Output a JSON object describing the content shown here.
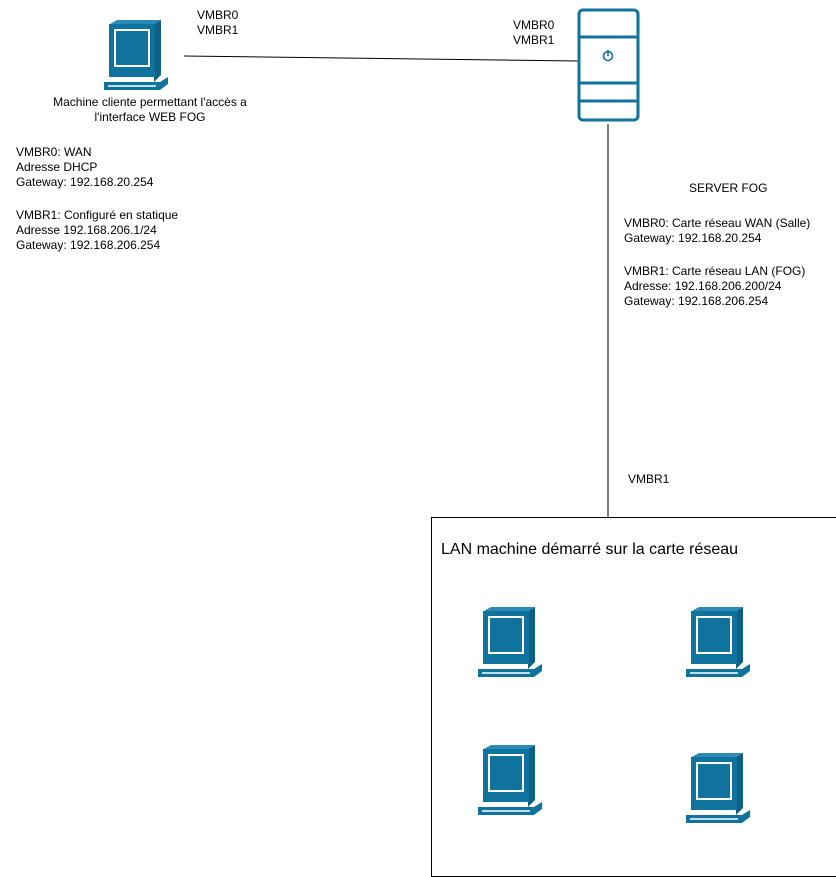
{
  "client": {
    "label_vmbr0": "VMBR0",
    "label_vmbr1": "VMBR1",
    "caption_line1": "Machine cliente permettant l'accès a",
    "caption_line2": "l'interface WEB FOG",
    "wan_lines": [
      "VMBR0: WAN",
      "Adresse DHCP",
      "Gateway: 192.168.20.254"
    ],
    "lan_lines": [
      "VMBR1: Configuré en statique",
      "Adresse 192.168.206.1/24",
      "Gateway: 192.168.206.254"
    ]
  },
  "server": {
    "label_vmbr0": "VMBR0",
    "label_vmbr1": "VMBR1",
    "title": "SERVER FOG",
    "wan_lines": [
      "VMBR0: Carte réseau WAN (Salle)",
      "Gateway: 192.168.20.254"
    ],
    "lan_lines": [
      "VMBR1: Carte réseau LAN (FOG)",
      "Adresse: 192.168.206.200/24",
      "Gateway: 192.168.206.254"
    ],
    "link_label": "VMBR1"
  },
  "lan": {
    "title": "LAN machine démarré sur la carte réseau"
  },
  "colors": {
    "computer_face": "#10739E",
    "computer_screen": "#ffffff",
    "line": "#000000"
  }
}
